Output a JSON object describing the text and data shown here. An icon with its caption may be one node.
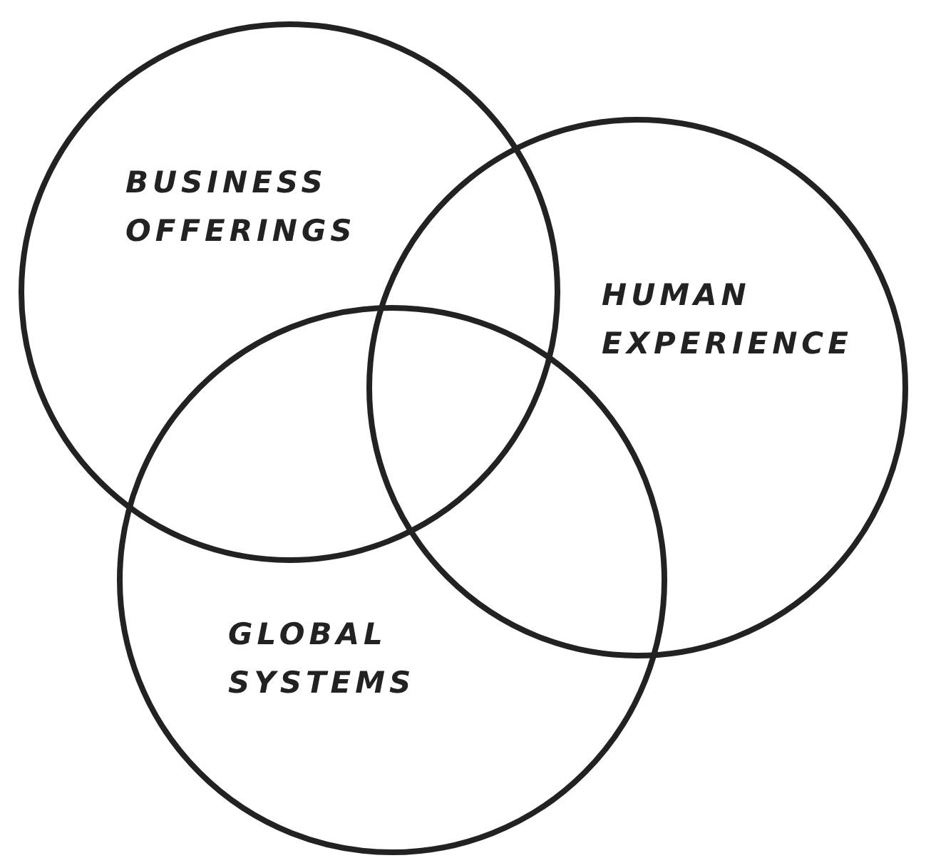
{
  "diagram": {
    "nodes": [
      {
        "text": [
          "BUSINESS OFFERINGS"
        ]
      },
      {
        "text": [
          "HUMAN EXPERIENCE"
        ]
      },
      {
        "text": [
          "GLOBAL SYSTEMS"
        ]
      }
    ]
  }
}
